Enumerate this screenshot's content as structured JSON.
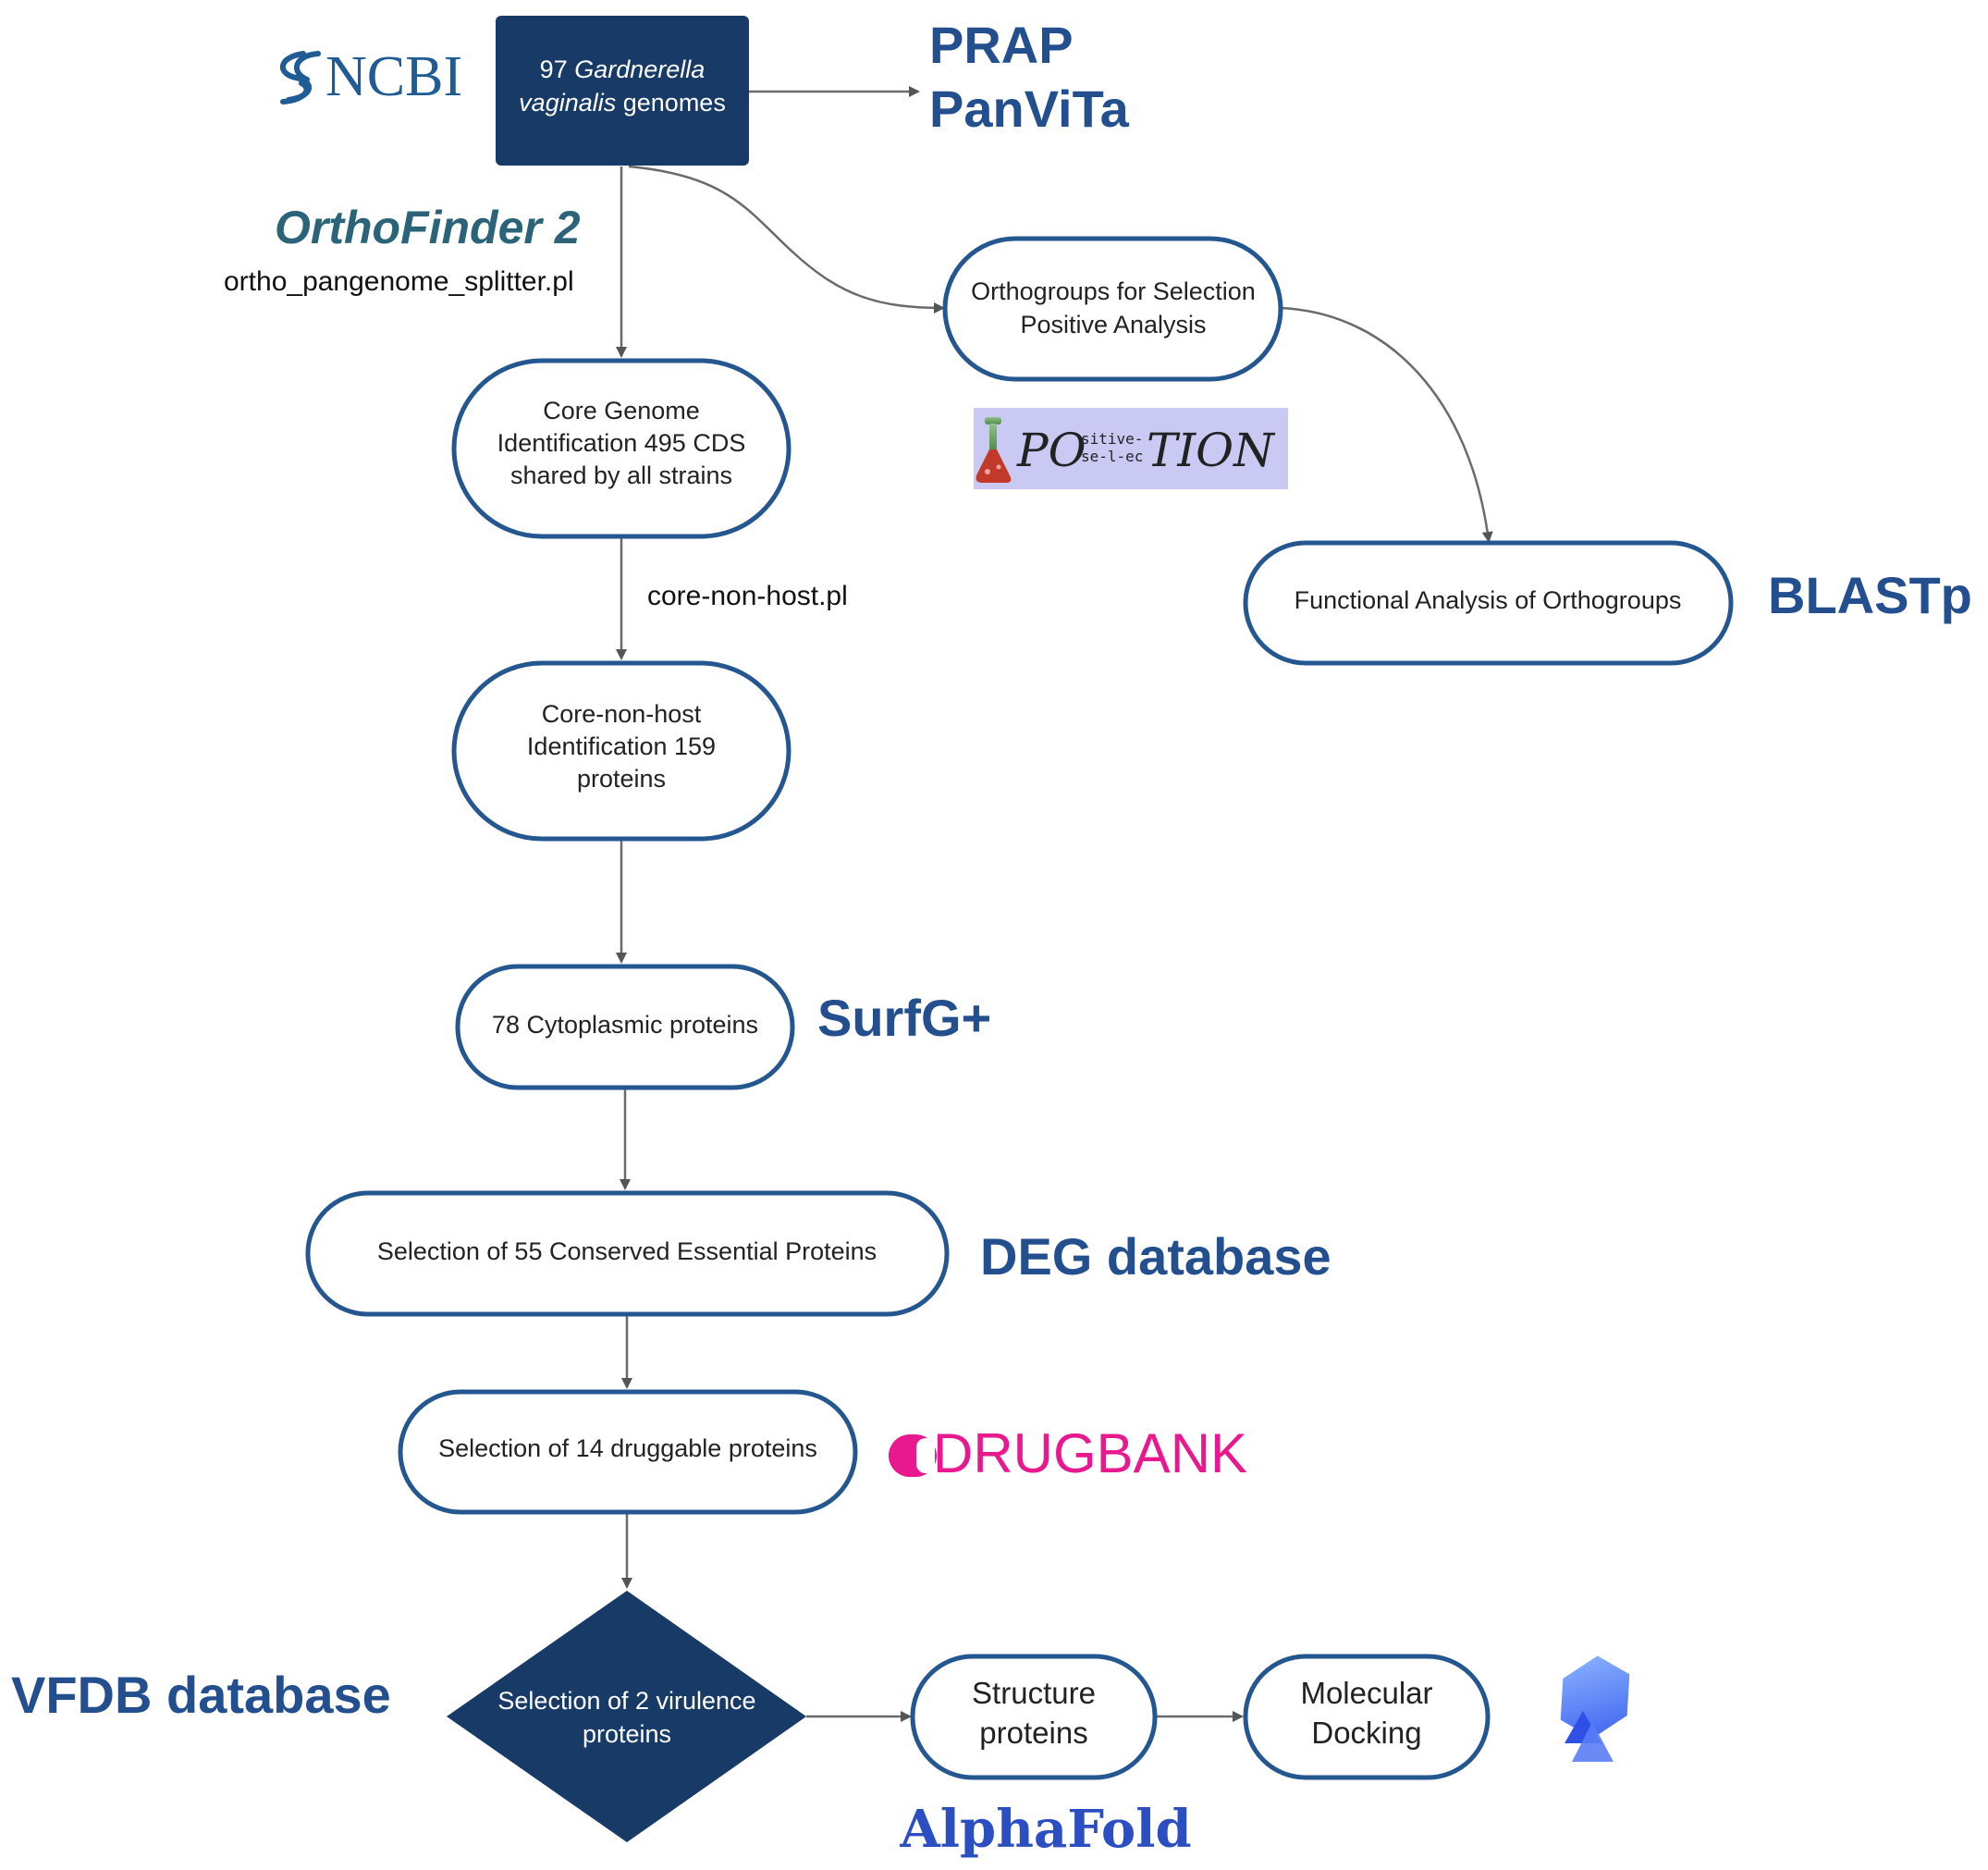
{
  "colors": {
    "navy": "#173a66",
    "stroke": "#24568f",
    "label_blue": "#234f8e",
    "orthofinder_teal": "#2b6478",
    "ncbi_blue": "#1f5b95",
    "drugbank_magenta": "#e8188f",
    "alphafold_blue": "#2b4fc3",
    "positive_bg": "#c9c9f4",
    "arrow_gray": "#555555"
  },
  "nodes": {
    "genomes": {
      "line1": "97",
      "line1_italic": "Gardnerella",
      "line2_italic": "vaginalis",
      "line2": "genomes"
    },
    "orthogroups": {
      "line1": "Orthogroups for Selection",
      "line2": "Positive Analysis"
    },
    "functional": {
      "line1": "Functional Analysis of Orthogroups"
    },
    "core_genome": {
      "line1": "Core Genome",
      "line2": "Identification 495 CDS",
      "line3": "shared by all strains"
    },
    "core_non_host": {
      "line1": "Core-non-host",
      "line2": "Identification 159",
      "line3": "proteins"
    },
    "cytoplasmic": {
      "line1": "78 Cytoplasmic proteins"
    },
    "essential": {
      "line1": "Selection of 55 Conserved Essential Proteins"
    },
    "druggable": {
      "line1": "Selection of 14 druggable proteins"
    },
    "virulence": {
      "line1": "Selection of 2 virulence",
      "line2": "proteins"
    },
    "structure": {
      "line1": "Structure",
      "line2": "proteins"
    },
    "docking": {
      "line1": "Molecular",
      "line2": "Docking"
    }
  },
  "scripts": {
    "splitter": "ortho_pangenome_splitter.pl",
    "core_non_host": "core-non-host.pl"
  },
  "tools": {
    "prap": "PRAP",
    "panvita": "PanViTa",
    "orthofinder": "OrthoFinder 2",
    "blastp": "BLASTp",
    "surfg": "SurfG+",
    "deg": "DEG database",
    "vfdb": "VFDB database",
    "alphafold": "AlphaFold"
  },
  "logos": {
    "ncbi": {
      "text": "NCBI",
      "icon": "ncbi-helix-icon"
    },
    "drugbank": {
      "text": "DRUGBANK",
      "icon": "capsule-icon"
    },
    "positive_selection": {
      "part1": "PO",
      "sup": "sitive-",
      "sub": "se-l-ec",
      "part2": "TION",
      "icon": "flask-icon"
    },
    "docking_logo": {
      "icon": "docking-hexagon-icon"
    }
  }
}
